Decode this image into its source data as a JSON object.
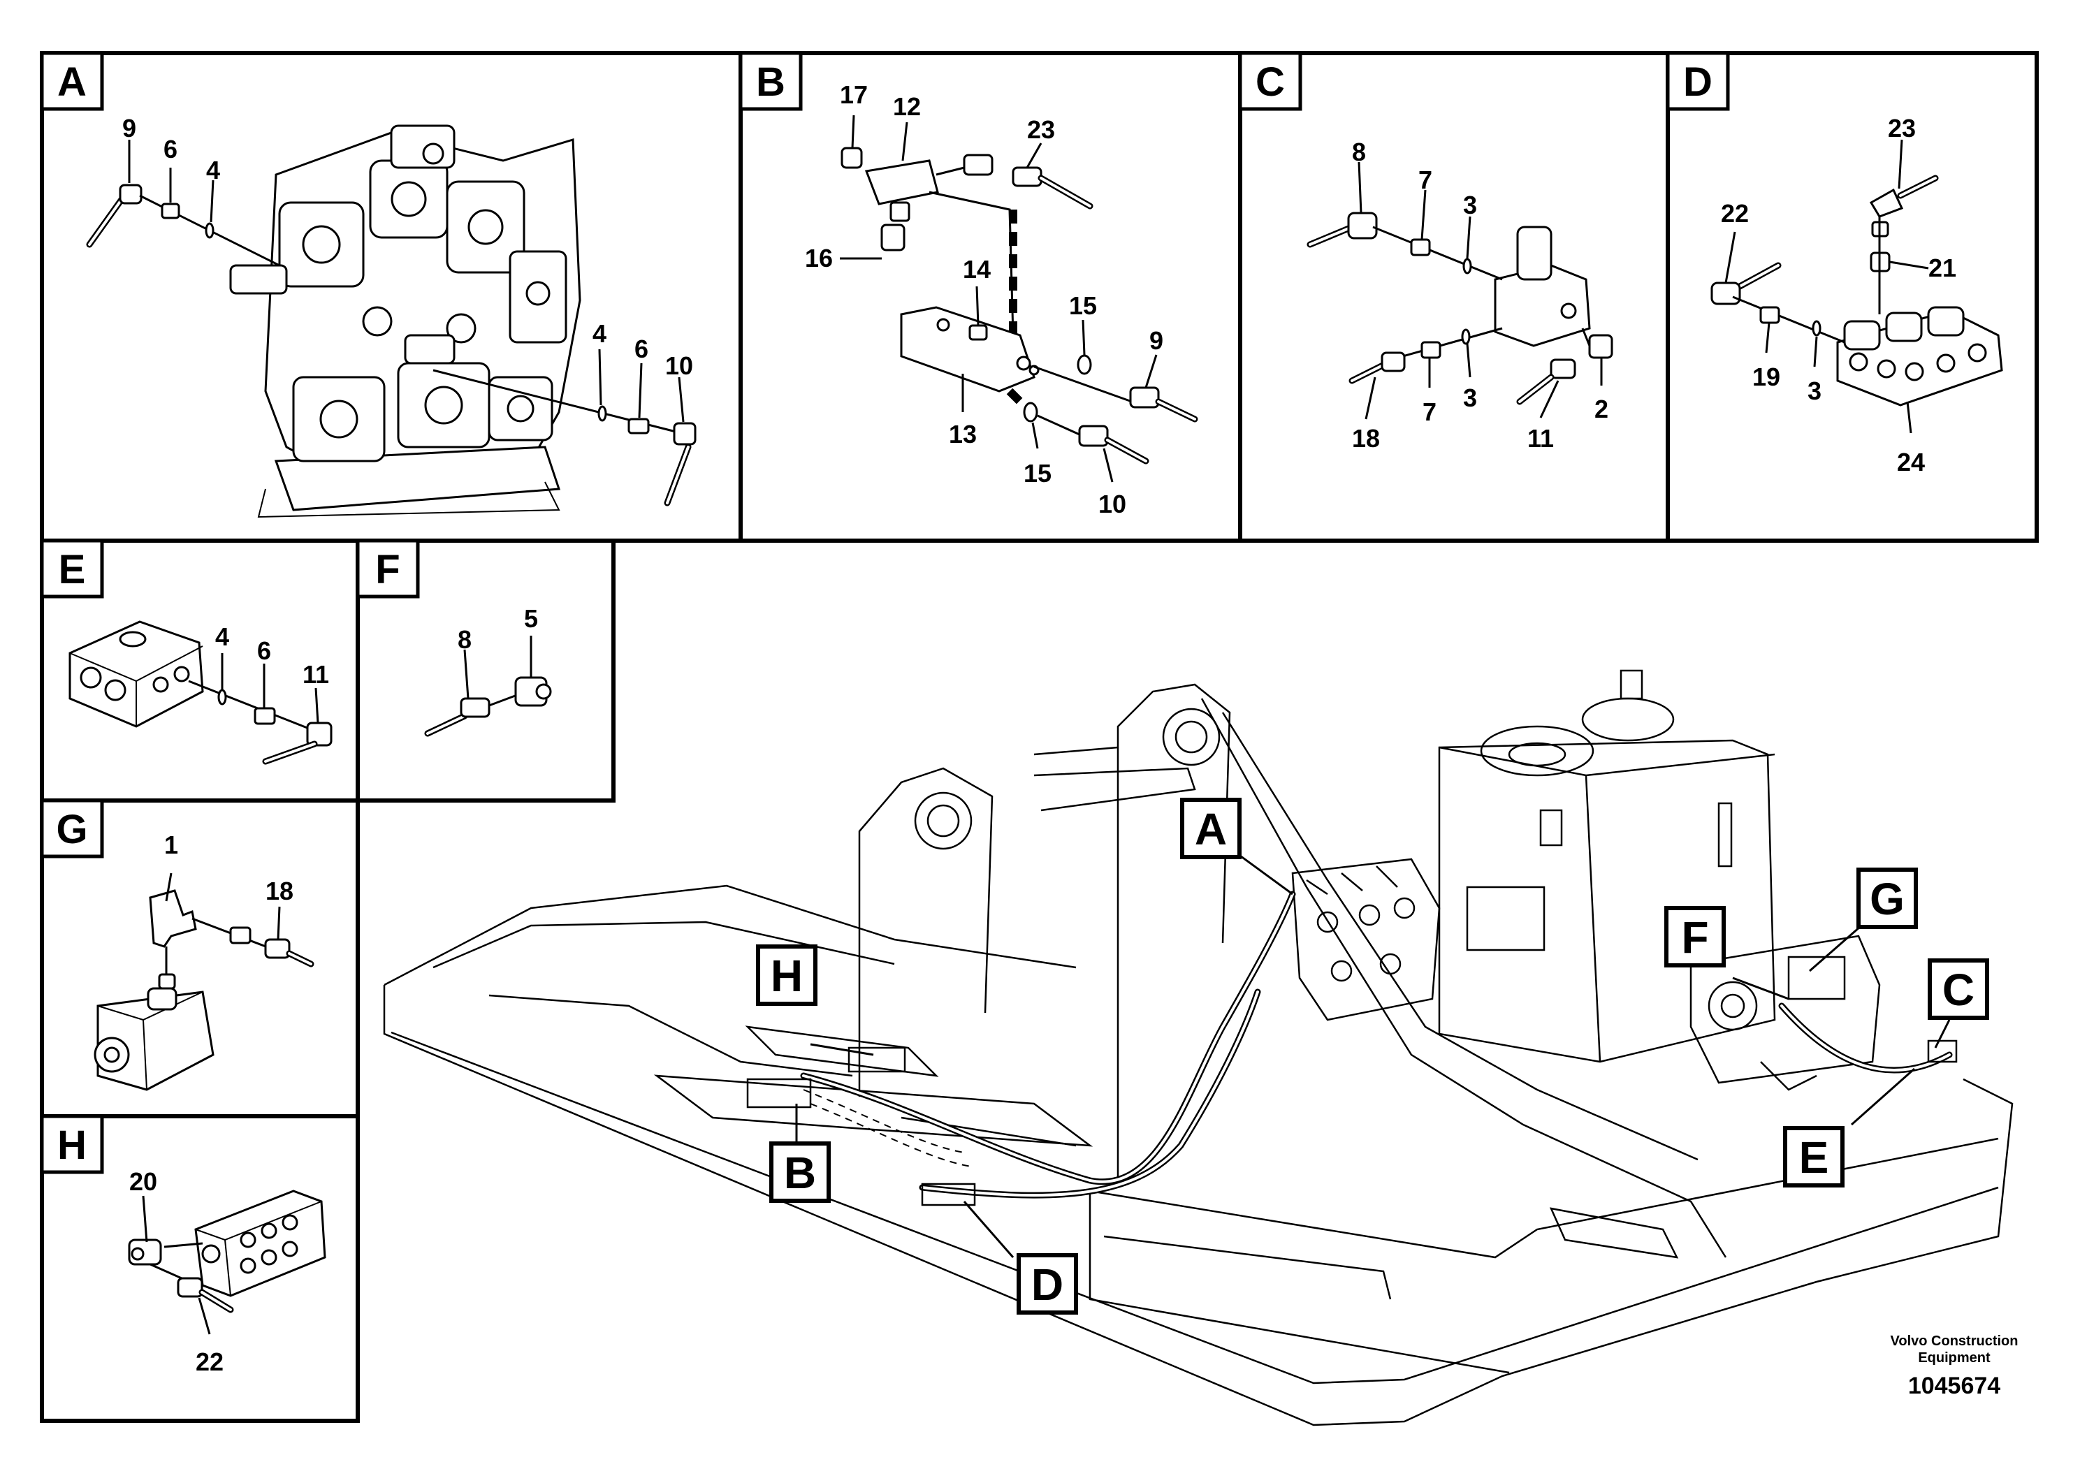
{
  "panels": [
    {
      "letter": "A",
      "parts": [
        "9",
        "6",
        "4",
        "4",
        "6",
        "10"
      ]
    },
    {
      "letter": "B",
      "parts": [
        "17",
        "12",
        "23",
        "16",
        "14",
        "15",
        "9",
        "13",
        "15",
        "10"
      ]
    },
    {
      "letter": "C",
      "parts": [
        "8",
        "7",
        "3",
        "18",
        "7",
        "3",
        "11",
        "2"
      ]
    },
    {
      "letter": "D",
      "parts": [
        "23",
        "22",
        "21",
        "19",
        "3",
        "24"
      ]
    },
    {
      "letter": "E",
      "parts": [
        "4",
        "6",
        "11"
      ]
    },
    {
      "letter": "F",
      "parts": [
        "8",
        "5"
      ]
    },
    {
      "letter": "G",
      "parts": [
        "1",
        "18"
      ]
    },
    {
      "letter": "H",
      "parts": [
        "20",
        "22"
      ]
    }
  ],
  "overview_callouts": [
    "A",
    "H",
    "B",
    "D",
    "F",
    "G",
    "C",
    "E"
  ],
  "footer": {
    "credit_line1": "Volvo Construction",
    "credit_line2": "Equipment",
    "doc_number": "1045674"
  }
}
